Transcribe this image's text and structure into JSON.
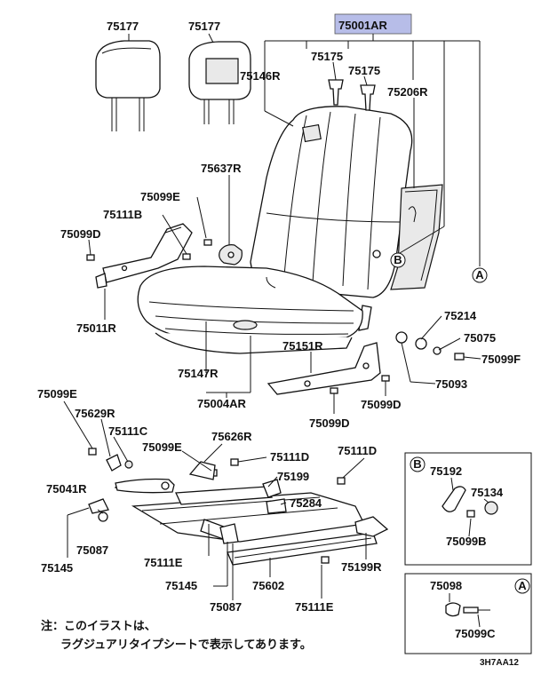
{
  "highlight_color": "#b7bde8",
  "labels": {
    "l75177a": "75177",
    "l75177b": "75177",
    "l75001AR": "75001AR",
    "l75175a": "75175",
    "l75175b": "75175",
    "l75146R": "75146R",
    "l75206R": "75206R",
    "l75637R": "75637R",
    "l75099Ea": "75099E",
    "l75111Ba": "75111B",
    "l75099Da": "75099D",
    "l75011R": "75011R",
    "l75214": "75214",
    "l75075": "75075",
    "l75099F": "75099F",
    "l75151R": "75151R",
    "l75093": "75093",
    "l75147R": "75147R",
    "l75004AR": "75004AR",
    "l75099Db": "75099D",
    "l75099Dc": "75099D",
    "l75099Eb": "75099E",
    "l75629R": "75629R",
    "l75111C": "75111C",
    "l75626R": "75626R",
    "l75099Ec": "75099E",
    "l75111Da": "75111D",
    "l75111Db": "75111D",
    "l75199": "75199",
    "l75041R": "75041R",
    "l75284": "75284",
    "l75087a": "75087",
    "l75145a": "75145",
    "l75111Ea": "75111E",
    "l75145b": "75145",
    "l75602": "75602",
    "l75199R": "75199R",
    "l75087b": "75087",
    "l75111Eb": "75111E",
    "l75192": "75192",
    "l75134": "75134",
    "l75099B": "75099B",
    "l75098": "75098",
    "l75099C": "75099C"
  },
  "callouts": {
    "B_main": "B",
    "A_main": "A",
    "B_box": "B",
    "A_box": "A"
  },
  "note": {
    "line1": "注：このイラストは、",
    "line2": "ラグジュアリタイプシートで表示してあります。"
  },
  "diagram_code": "3H7AA12"
}
